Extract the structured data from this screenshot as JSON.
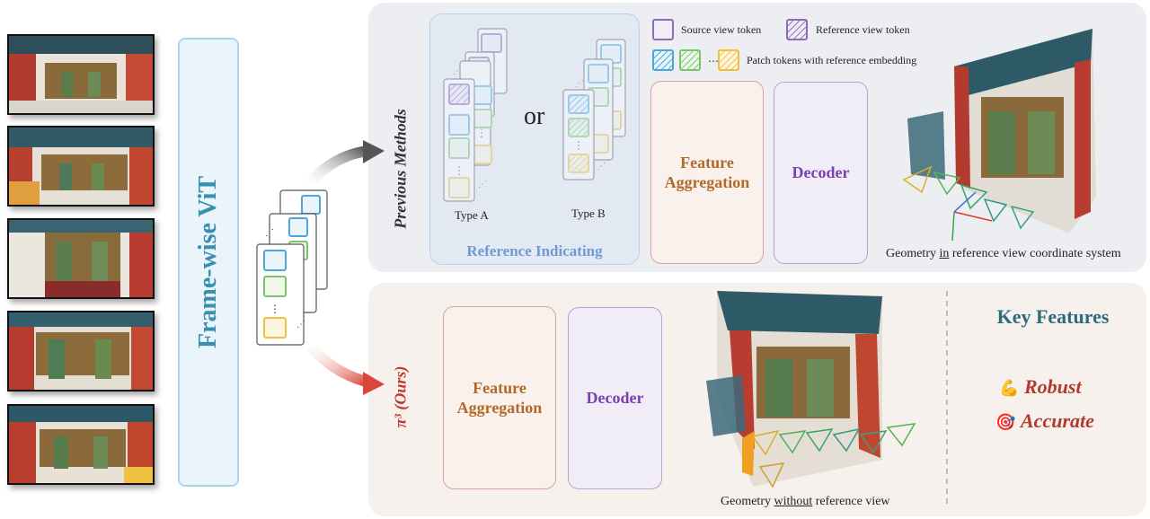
{
  "vit": {
    "label": "Frame-wise ViT"
  },
  "previous": {
    "side_label": "Previous Methods",
    "or_text": "or",
    "type_a": "Type A",
    "type_b": "Type B",
    "reference_indicating": "Reference Indicating",
    "feature_aggregation": "Feature Aggregation",
    "decoder": "Decoder",
    "caption_pre": "Geometry ",
    "caption_em": "in",
    "caption_post": " reference view coordinate system"
  },
  "legend": {
    "source": "Source view token",
    "reference": "Reference view token",
    "patch": "Patch tokens with reference embedding"
  },
  "ours": {
    "side_label": "π³ (Ours)",
    "feature_aggregation": "Feature Aggregation",
    "decoder": "Decoder",
    "caption_pre": "Geometry ",
    "caption_em": "without",
    "caption_post": " reference view"
  },
  "key_features": {
    "title": "Key Features",
    "items": [
      {
        "icon": "flexed-biceps-icon",
        "glyph": "💪",
        "label": "Robust"
      },
      {
        "icon": "target-icon",
        "glyph": "🎯",
        "label": "Accurate"
      }
    ]
  },
  "colors": {
    "blue": "#4aa8d8",
    "green": "#7cc46a",
    "yellow": "#f0c040",
    "purple": "#8e6bb8",
    "ours_red": "#c0392b",
    "title_teal": "#2e6a80"
  }
}
